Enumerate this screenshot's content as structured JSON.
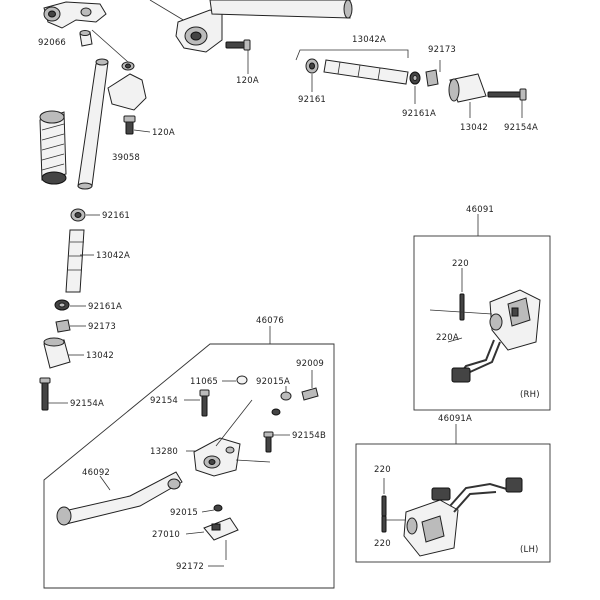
{
  "labels": {
    "92066": "92066",
    "120a_top": "120A",
    "120a_left": "120A",
    "39058": "39058",
    "13042a_top": "13042A",
    "92173_top": "92173",
    "92161_top": "92161",
    "92161a_top": "92161A",
    "13042_top": "13042",
    "92154a_top": "92154A",
    "92161_left": "92161",
    "13042a_left": "13042A",
    "92161a_left": "92161A",
    "92173_left": "92173",
    "13042_left": "13042",
    "92154a_left": "92154A",
    "46091": "46091",
    "220_rh_top": "220",
    "220a": "220A",
    "rh": "(RH)",
    "46091a": "46091A",
    "220_lh_top": "220",
    "220_lh_bottom": "220",
    "lh": "(LH)",
    "46076": "46076",
    "92009": "92009",
    "11065": "11065",
    "92015a": "92015A",
    "92154": "92154",
    "92154b": "92154B",
    "13280": "13280",
    "46092": "46092",
    "92015": "92015",
    "27010": "27010",
    "92172": "92172"
  }
}
